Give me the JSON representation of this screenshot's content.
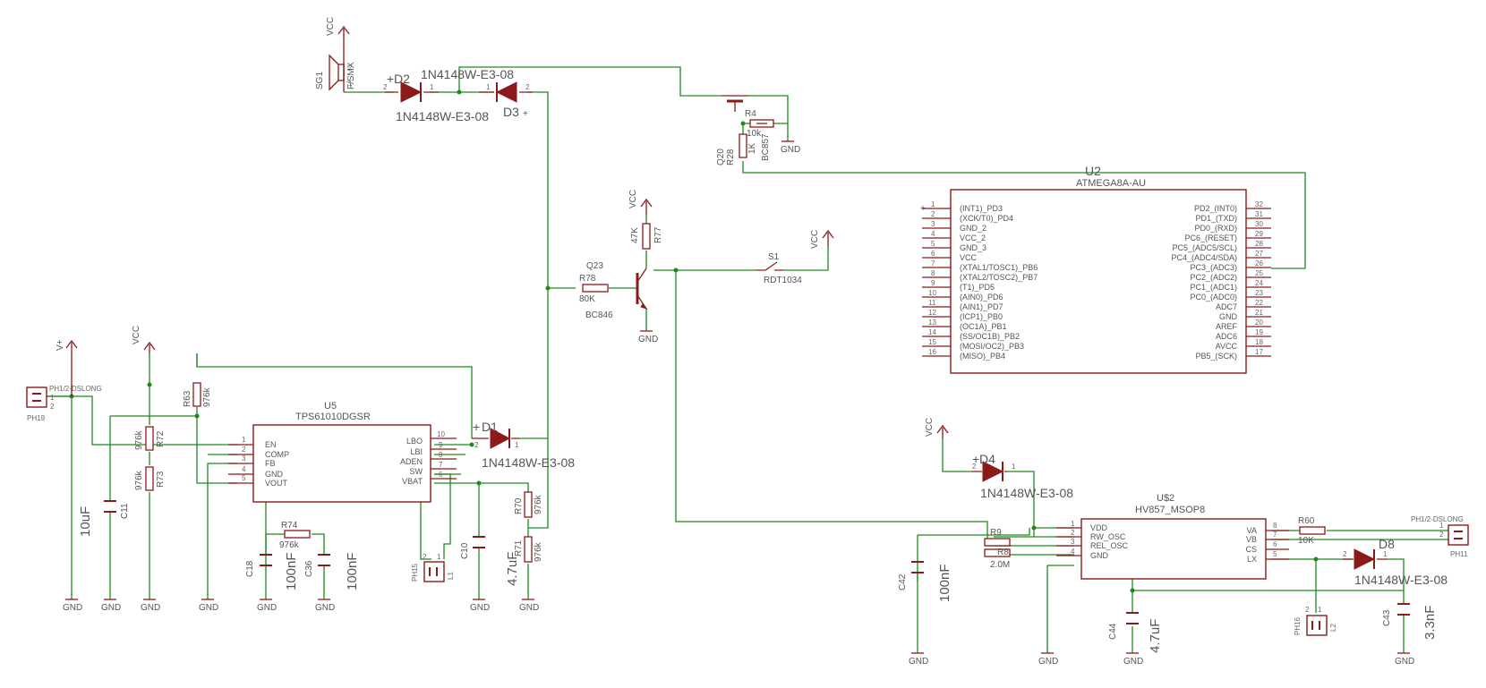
{
  "power": {
    "vcc": "VCC",
    "gnd": "GND",
    "vplus": "V+"
  },
  "labels": {
    "sg1": "SG1",
    "sg1_pkg": "F/SMX",
    "d2": "D2",
    "d2_val": "1N4148W-E3-08",
    "d3": "D3",
    "d3_val": "1N4148W-E3-08",
    "q20": "Q20",
    "q20_val": "BC857",
    "r4": "R4",
    "r4_val": "10k",
    "r28": "R28",
    "r28_val": "1K",
    "u2": "U2",
    "u2_val": "ATMEGA8A-AU",
    "r77": "R77",
    "r77_val": "47K",
    "q23": "Q23",
    "q23_val": "BC846",
    "r78": "R78",
    "r78_val": "80K",
    "s1": "S1",
    "s1_val": "RDT1034",
    "ph19": "PH19",
    "ph19_pkg": "PH1/2-DSLONG",
    "r63": "R63",
    "r63_val": "976k",
    "r72": "R72",
    "r72_val": "976k",
    "r73": "R73",
    "r73_val": "976k",
    "c11": "C11",
    "c11_val": "10uF",
    "u5": "U5",
    "u5_val": "TPS61010DGSR",
    "d1": "D1",
    "d1_val": "1N4148W-E3-08",
    "r74": "R74",
    "r74_val": "976k",
    "c18": "C18",
    "c18_val": "100nF",
    "c36": "C36",
    "c36_val": "100nF",
    "c10": "C10",
    "c10_val": "4.7uF",
    "l1": "L1",
    "ph15": "PH15",
    "r70": "R70",
    "r70_val": "976k",
    "r71": "R71",
    "r71_val": "976k",
    "d4": "D4",
    "d4_val": "1N4148W-E3-08",
    "us2": "U$2",
    "us2_val": "HV857_MSOP8",
    "r9": "R9",
    "r9_val": "2.0M",
    "r8": "R8",
    "c42": "C42",
    "c42_val": "100nF",
    "c44": "C44",
    "c44_val": "4.7uF",
    "r60": "R60",
    "r60_val": "10K",
    "d8": "D8",
    "d8_val": "1N4148W-E3-08",
    "c43": "C43",
    "c43_val": "3.3nF",
    "ph16": "PH16",
    "l2": "L2",
    "ph11": "PH11",
    "ph11_pkg": "PH1/2-DSLONG"
  },
  "u2_pins_left": [
    "(INT1)_PD3",
    "(XCK/T0)_PD4",
    "GND_2",
    "VCC_2",
    "GND_3",
    "VCC",
    "(XTAL1/TOSC1)_PB6",
    "(XTAL2/TOSC2)_PB7",
    "(T1)_PD5",
    "(AIN0)_PD6",
    "(AIN1)_PD7",
    "(ICP1)_PB0",
    "(OC1A)_PB1",
    "(SS/OC1B)_PB2",
    "(MOSI/OC2)_PB3",
    "(MISO)_PB4"
  ],
  "u2_pins_right": [
    "PD2_(INT0)",
    "PD1_(TXD)",
    "PD0_(RXD)",
    "PC6_(RESET)",
    "PC5_(ADC5/SCL)",
    "PC4_(ADC4/SDA)",
    "PC3_(ADC3)",
    "PC2_(ADC2)",
    "PC1_(ADC1)",
    "PC0_(ADC0)",
    "ADC7",
    "GND",
    "AREF",
    "ADC6",
    "AVCC",
    "PB5_(SCK)"
  ],
  "u5_pins_left": [
    "EN",
    "COMP",
    "FB",
    "GND",
    "VOUT"
  ],
  "u5_pins_right": [
    "LBO",
    "LBI",
    "ADEN",
    "SW",
    "VBAT"
  ],
  "us2_pins_left": [
    "VDD",
    "RW_OSC",
    "REL_OSC",
    "GND"
  ],
  "us2_pins_right": [
    "VA",
    "VB",
    "CS",
    "LX"
  ]
}
